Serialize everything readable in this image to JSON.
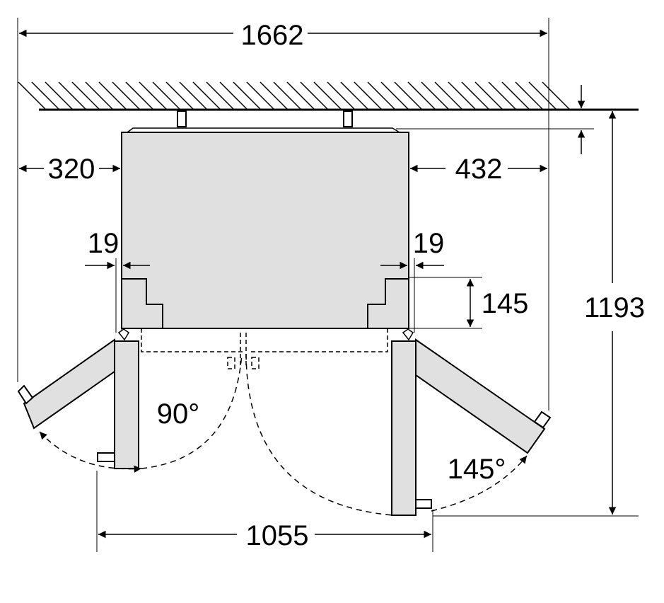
{
  "colors": {
    "line": "#000000",
    "body_fill": "#e0e0e0",
    "background": "#ffffff"
  },
  "dimensions": {
    "total_width": "1662",
    "left_clearance": "320",
    "right_clearance": "432",
    "left_gap": "19",
    "right_gap": "19",
    "door_depth": "145",
    "total_depth": "1193",
    "door_swing_width": "1055"
  },
  "angles": {
    "left_door": "90°",
    "right_door": "145°"
  }
}
